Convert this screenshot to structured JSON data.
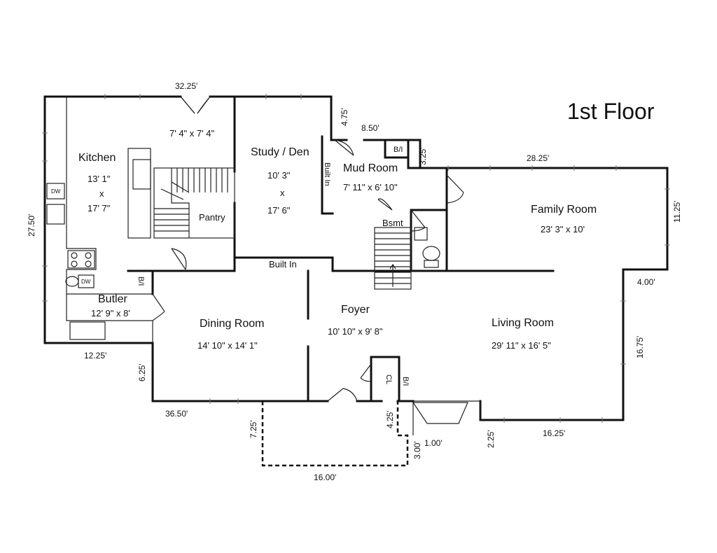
{
  "title": "1st Floor",
  "rooms": {
    "kitchen": {
      "name": "Kitchen",
      "dim_a": "13' 1\"",
      "dim_x": "x",
      "dim_b": "17' 7\""
    },
    "study": {
      "name": "Study / Den",
      "dim_a": "10' 3\"",
      "dim_x": "x",
      "dim_b": "17' 6\""
    },
    "mud_room": {
      "name": "Mud Room",
      "dim": "7' 11\" x 6' 10\""
    },
    "family_room": {
      "name": "Family Room",
      "dim": "23' 3\" x 10'"
    },
    "butler": {
      "name": "Butler",
      "dim": "12' 9\" x 8'"
    },
    "dining_room": {
      "name": "Dining Room",
      "dim": "14' 10\" x 14' 1\""
    },
    "foyer": {
      "name": "Foyer",
      "dim": "10' 10\" x 9' 8\""
    },
    "living_room": {
      "name": "Living Room",
      "dim": "29' 11\" x 16' 5\""
    },
    "pantry": {
      "name": "Pantry"
    },
    "bsmt": {
      "name": "Bsmt"
    },
    "porch": {
      "dim": "7' 4\" x 7' 4\""
    }
  },
  "labels": {
    "built_in_bottom": "Built In",
    "built_in_side": "Built In",
    "bi_mud": "B/I",
    "bi_butler": "B/I",
    "bi_foyer": "B/I",
    "cl": "CL",
    "dw_kitchen": "DW",
    "dw_butler": "DW"
  },
  "exterior_dims": {
    "top": "32.25'",
    "left": "27.50'",
    "mud_top": "8.50'",
    "mud_side": "4.75'",
    "mud_right": "3.25'",
    "family_top": "28.25'",
    "family_right": "11.25'",
    "living_step": "4.00'",
    "living_right": "16.75'",
    "living_bottom": "16.25'",
    "living_bottom_step": "2.25'",
    "butler_bottom": "12.25'",
    "dining_left": "6.25'",
    "dining_bottom": "36.50'",
    "porch_left": "7.25'",
    "porch_bottom": "16.00'",
    "porch_right": "3.00'",
    "foyer_step": "4.25'",
    "fireplace": "1.00'"
  }
}
